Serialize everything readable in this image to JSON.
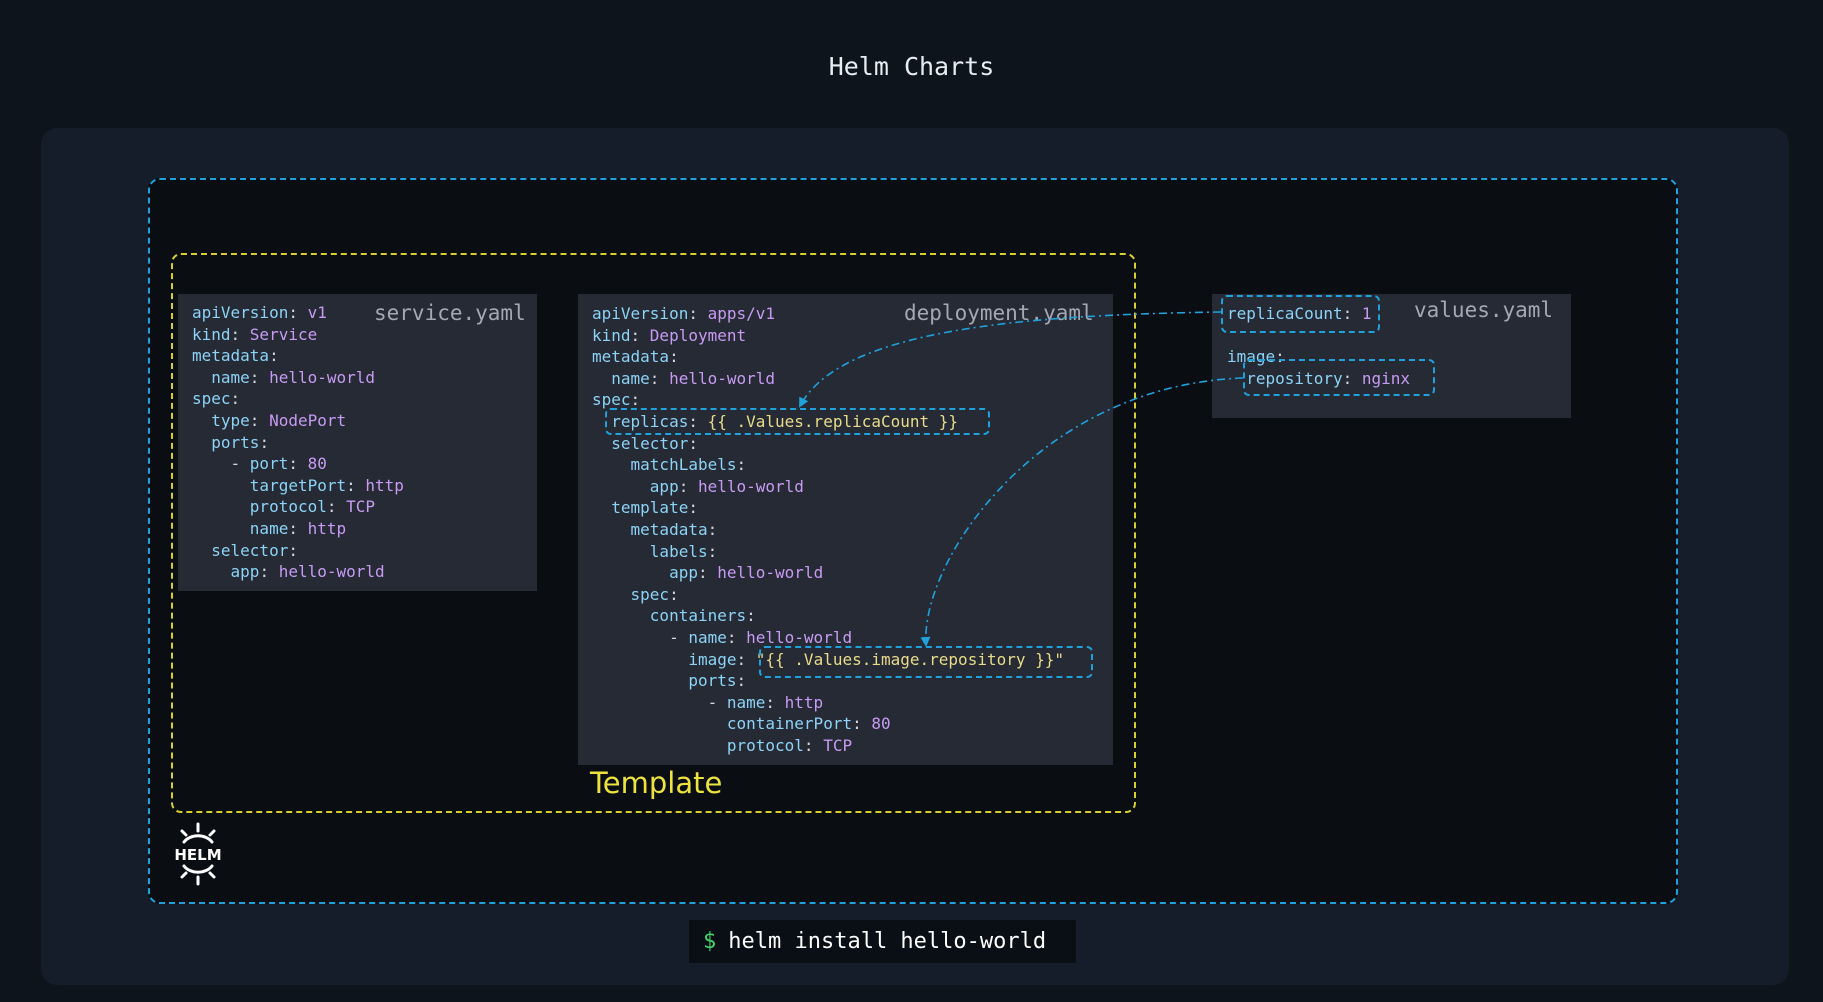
{
  "title": "Helm Charts",
  "template_label": "Template",
  "command": {
    "prompt": "$",
    "text": "helm install hello-world"
  },
  "logo_text": "HELM",
  "colors": {
    "background": "#0e141c",
    "panel": "#141d29",
    "helm_border": "#1fa2dc",
    "template_border": "#d8cf2e",
    "code_box": "#262a35",
    "key": "#8cd3f5",
    "value": "#c79bf2",
    "template_value": "#e8dc8a",
    "prompt": "#42d36b"
  },
  "files": {
    "service": {
      "title": "service.yaml",
      "lines": [
        {
          "indent": "",
          "key": "apiVersion",
          "value": "v1"
        },
        {
          "indent": "",
          "key": "kind",
          "value": "Service"
        },
        {
          "indent": "",
          "key": "metadata",
          "value": ""
        },
        {
          "indent": "  ",
          "key": "name",
          "value": "hello-world"
        },
        {
          "indent": "",
          "key": "spec",
          "value": ""
        },
        {
          "indent": "  ",
          "key": "type",
          "value": "NodePort"
        },
        {
          "indent": "  ",
          "key": "ports",
          "value": ""
        },
        {
          "indent": "    - ",
          "key": "port",
          "value": "80"
        },
        {
          "indent": "      ",
          "key": "targetPort",
          "value": "http"
        },
        {
          "indent": "      ",
          "key": "protocol",
          "value": "TCP"
        },
        {
          "indent": "      ",
          "key": "name",
          "value": "http"
        },
        {
          "indent": "  ",
          "key": "selector",
          "value": ""
        },
        {
          "indent": "    ",
          "key": "app",
          "value": "hello-world"
        }
      ]
    },
    "deployment": {
      "title": "deployment.yaml",
      "lines": [
        {
          "indent": "",
          "key": "apiVersion",
          "value": "apps/v1"
        },
        {
          "indent": "",
          "key": "kind",
          "value": "Deployment"
        },
        {
          "indent": "",
          "key": "metadata",
          "value": ""
        },
        {
          "indent": "  ",
          "key": "name",
          "value": "hello-world"
        },
        {
          "indent": "",
          "key": "spec",
          "value": ""
        },
        {
          "indent": "  ",
          "key": "replicas",
          "value": "{{ .Values.replicaCount }}",
          "templated": true
        },
        {
          "indent": "  ",
          "key": "selector",
          "value": ""
        },
        {
          "indent": "    ",
          "key": "matchLabels",
          "value": ""
        },
        {
          "indent": "      ",
          "key": "app",
          "value": "hello-world"
        },
        {
          "indent": "  ",
          "key": "template",
          "value": ""
        },
        {
          "indent": "    ",
          "key": "metadata",
          "value": ""
        },
        {
          "indent": "      ",
          "key": "labels",
          "value": ""
        },
        {
          "indent": "        ",
          "key": "app",
          "value": "hello-world"
        },
        {
          "indent": "    ",
          "key": "spec",
          "value": ""
        },
        {
          "indent": "      ",
          "key": "containers",
          "value": ""
        },
        {
          "indent": "        - ",
          "key": "name",
          "value": "hello-world"
        },
        {
          "indent": "          ",
          "key": "image",
          "value": "\"{{ .Values.image.repository }}\"",
          "templated": true
        },
        {
          "indent": "          ",
          "key": "ports",
          "value": ""
        },
        {
          "indent": "            - ",
          "key": "name",
          "value": "http"
        },
        {
          "indent": "              ",
          "key": "containerPort",
          "value": "80"
        },
        {
          "indent": "              ",
          "key": "protocol",
          "value": "TCP"
        }
      ]
    },
    "values": {
      "title": "values.yaml",
      "lines": [
        {
          "indent": "",
          "key": "replicaCount",
          "value": "1"
        },
        {
          "indent": "",
          "key": "",
          "value": ""
        },
        {
          "indent": "",
          "key": "image",
          "value": ""
        },
        {
          "indent": "  ",
          "key": "repository",
          "value": "nginx"
        }
      ]
    }
  },
  "links": [
    {
      "from": "values.yaml replicaCount",
      "to": "deployment.yaml replicas"
    },
    {
      "from": "values.yaml image.repository",
      "to": "deployment.yaml image"
    }
  ]
}
